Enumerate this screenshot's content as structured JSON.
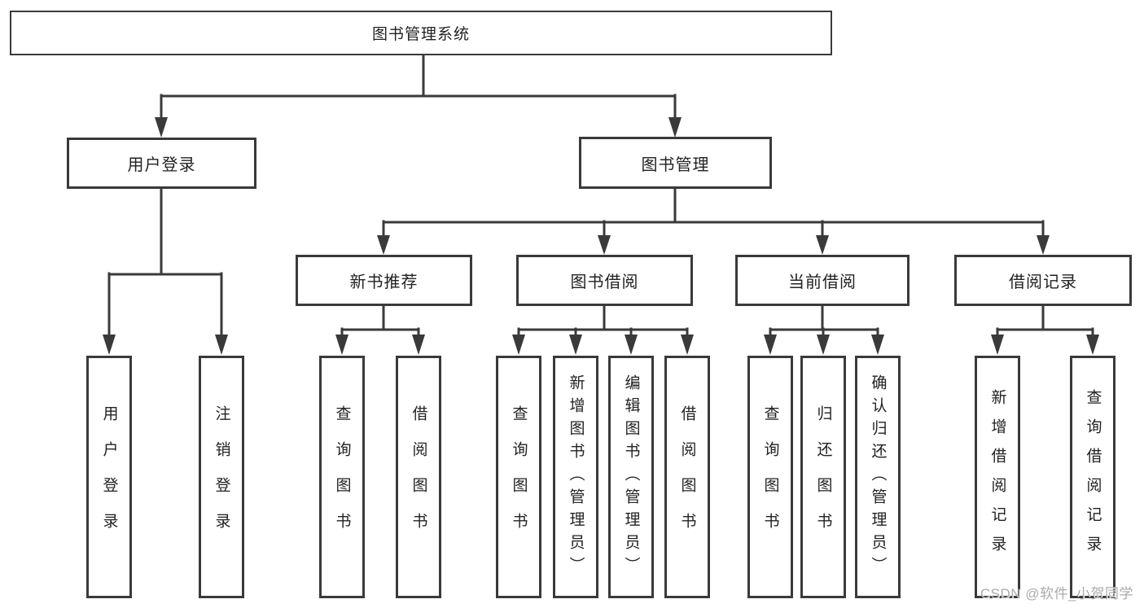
{
  "diagram": {
    "title": "图书管理系统",
    "level2": {
      "user_login": "用户登录",
      "book_management": "图书管理"
    },
    "level3": {
      "new_books": "新书推荐",
      "book_borrow": "图书借阅",
      "current_borrow": "当前借阅",
      "borrow_records": "借阅记录"
    },
    "leaves": {
      "user_login": "用户登录",
      "logout": "注销登录",
      "nb_query": "查询图书",
      "nb_borrow": "借阅图书",
      "bb_query": "查询图书",
      "bb_add": "新增图书（管理员）",
      "bb_edit": "编辑图书（管理员）",
      "bb_borrow": "借阅图书",
      "cb_query": "查询图书",
      "cb_return": "归还图书",
      "cb_confirm": "确认归还（管理员）",
      "br_add": "新增借阅记录",
      "br_query": "查询借阅记录"
    }
  },
  "watermark": "CSDN @软件_小贺同学",
  "colors": {
    "line": "#3a3a3a",
    "text": "#222222",
    "background": "#ffffff",
    "watermark": "#ababab"
  }
}
